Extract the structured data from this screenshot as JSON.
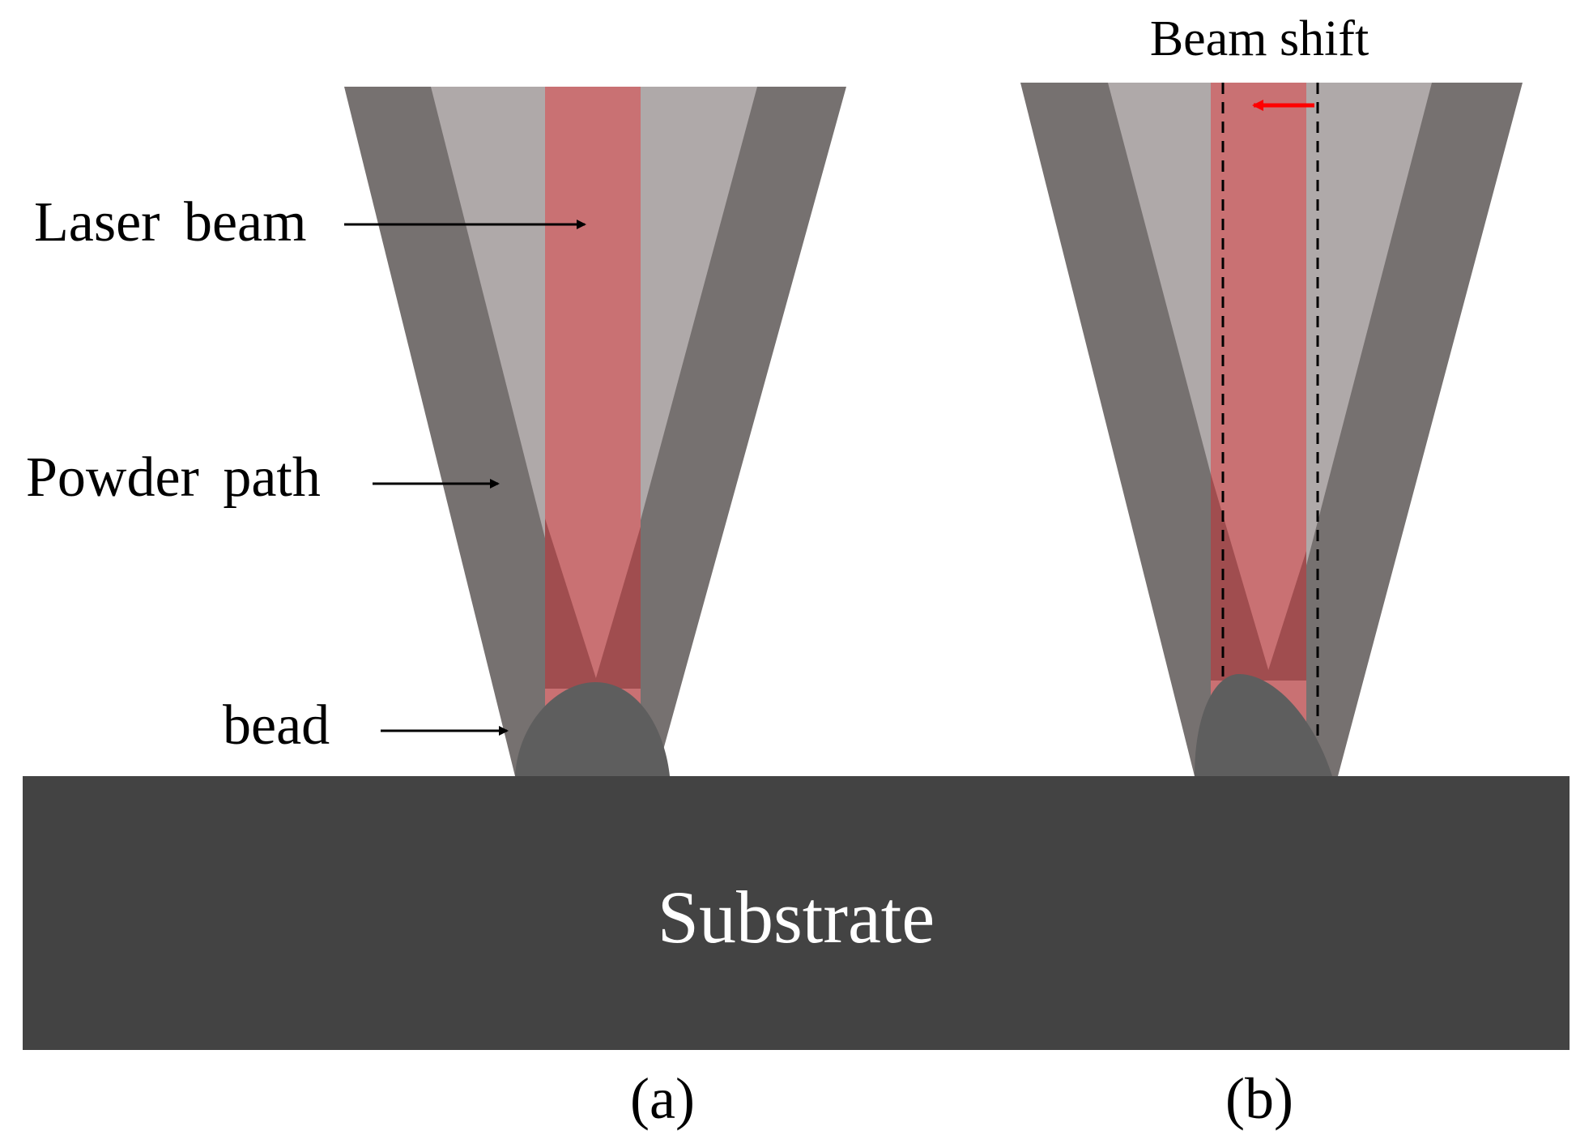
{
  "labels": {
    "laser_beam": "Laser beam",
    "powder_path": "Powder path",
    "bead": "bead",
    "beam_shift": "Beam shift",
    "substrate": "Substrate",
    "panel_a": "(a)",
    "panel_b": "(b)"
  },
  "colors": {
    "background": "#ffffff",
    "powder_stream": "#767170",
    "gas_region": "#afa9a9",
    "laser_beam": "#c97173",
    "laser_powder_overlap": "#a04d4f",
    "bead": "#5e5e5e",
    "substrate": "#434343",
    "substrate_text": "#ffffff",
    "arrow": "#000000",
    "shift_arrow": "#ff0000",
    "dashed_line": "#000000"
  }
}
